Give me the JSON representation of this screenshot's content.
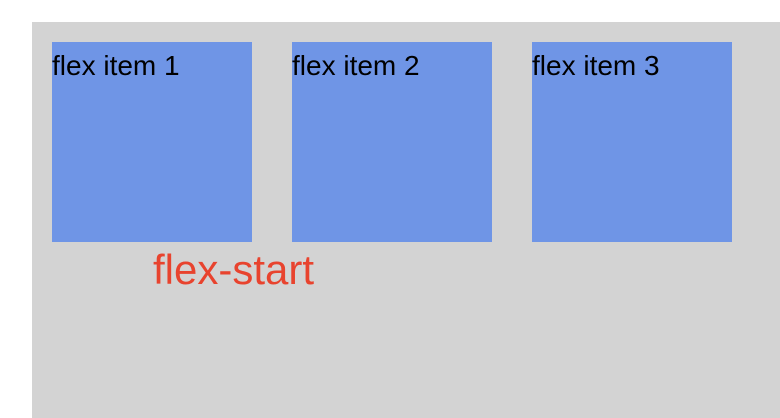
{
  "flex_container": {
    "background": "#d3d3d3",
    "items": [
      {
        "label": "flex item 1"
      },
      {
        "label": "flex item 2"
      },
      {
        "label": "flex item 3"
      }
    ],
    "item_color": "#6f95e6"
  },
  "caption": {
    "text": "flex-start",
    "color": "#e8432e"
  }
}
